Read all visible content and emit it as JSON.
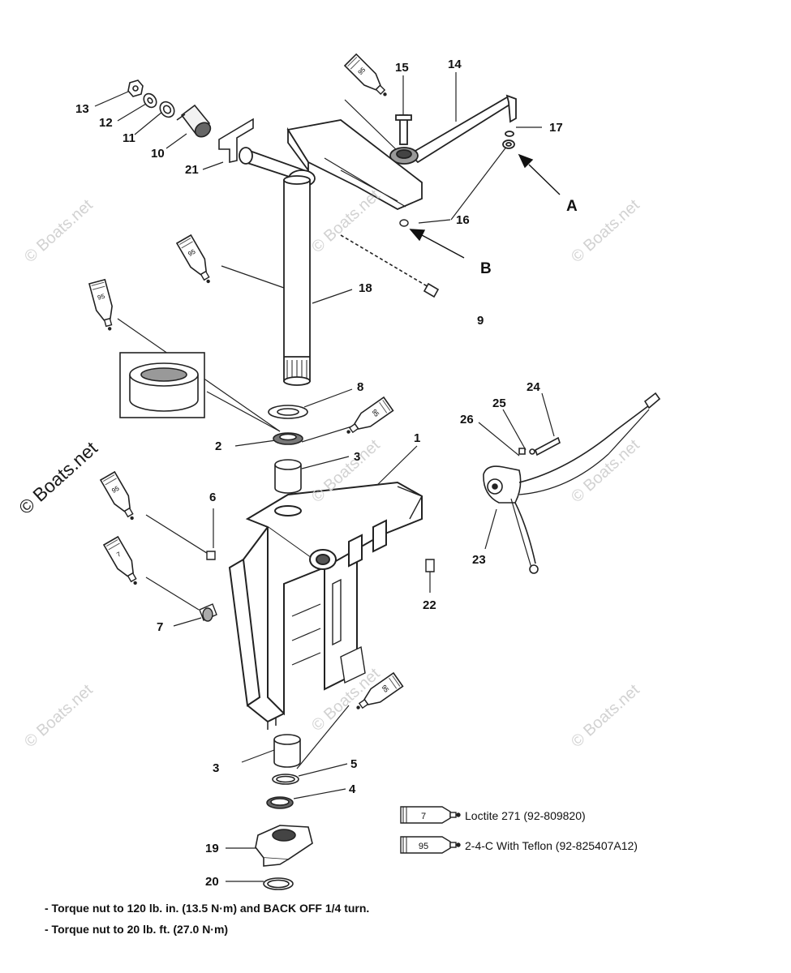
{
  "callouts": [
    {
      "id": "c13",
      "text": "13"
    },
    {
      "id": "c12",
      "text": "12"
    },
    {
      "id": "c11",
      "text": "11"
    },
    {
      "id": "c10",
      "text": "10"
    },
    {
      "id": "c21",
      "text": "21"
    },
    {
      "id": "c15",
      "text": "15"
    },
    {
      "id": "c14",
      "text": "14"
    },
    {
      "id": "c17",
      "text": "17"
    },
    {
      "id": "c16",
      "text": "16"
    },
    {
      "id": "cA",
      "text": "A"
    },
    {
      "id": "cB",
      "text": "B"
    },
    {
      "id": "c18",
      "text": "18"
    },
    {
      "id": "c9",
      "text": "9"
    },
    {
      "id": "c8",
      "text": "8"
    },
    {
      "id": "c2",
      "text": "2"
    },
    {
      "id": "c1",
      "text": "1"
    },
    {
      "id": "c3a",
      "text": "3"
    },
    {
      "id": "c6",
      "text": "6"
    },
    {
      "id": "c7",
      "text": "7"
    },
    {
      "id": "c22",
      "text": "22"
    },
    {
      "id": "c24",
      "text": "24"
    },
    {
      "id": "c25",
      "text": "25"
    },
    {
      "id": "c26",
      "text": "26"
    },
    {
      "id": "c23",
      "text": "23"
    },
    {
      "id": "c3b",
      "text": "3"
    },
    {
      "id": "c5",
      "text": "5"
    },
    {
      "id": "c4",
      "text": "4"
    },
    {
      "id": "c19",
      "text": "19"
    },
    {
      "id": "c20",
      "text": "20"
    }
  ],
  "tube_labels": {
    "loctite": "7",
    "grease": "95"
  },
  "legend": {
    "loctite_code": "7",
    "loctite_text": "Loctite 271 (92-809820)",
    "grease_code": "95",
    "grease_text": "2-4-C  With Teflon (92-825407A12)"
  },
  "notes": {
    "a": "- Torque nut to 120 lb. in. (13.5 N·m) and BACK OFF 1/4 turn.",
    "b": "- Torque nut to 20 lb. ft. (27.0 N·m)"
  },
  "watermark": {
    "text": "© Boats.net"
  }
}
